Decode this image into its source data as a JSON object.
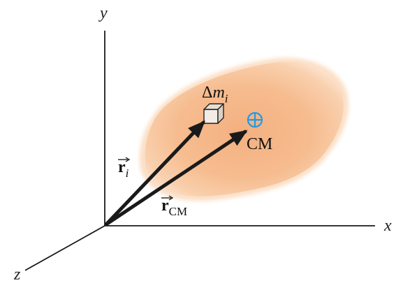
{
  "axes": {
    "x_label": "x",
    "y_label": "y",
    "z_label": "z"
  },
  "element": {
    "delta": "Δ",
    "symbol": "m",
    "subscript": "i"
  },
  "center_of_mass": {
    "label": "CM"
  },
  "vectors": {
    "r_i": {
      "symbol": "r",
      "subscript": "i"
    },
    "r_cm": {
      "symbol": "r",
      "subscript": "CM"
    }
  },
  "colors": {
    "body_fill": "#f6bc8f",
    "body_edge": "#fbe2cc",
    "axis_and_vectors": "#1a1a1a",
    "cm_marker": "#1f9be6"
  }
}
